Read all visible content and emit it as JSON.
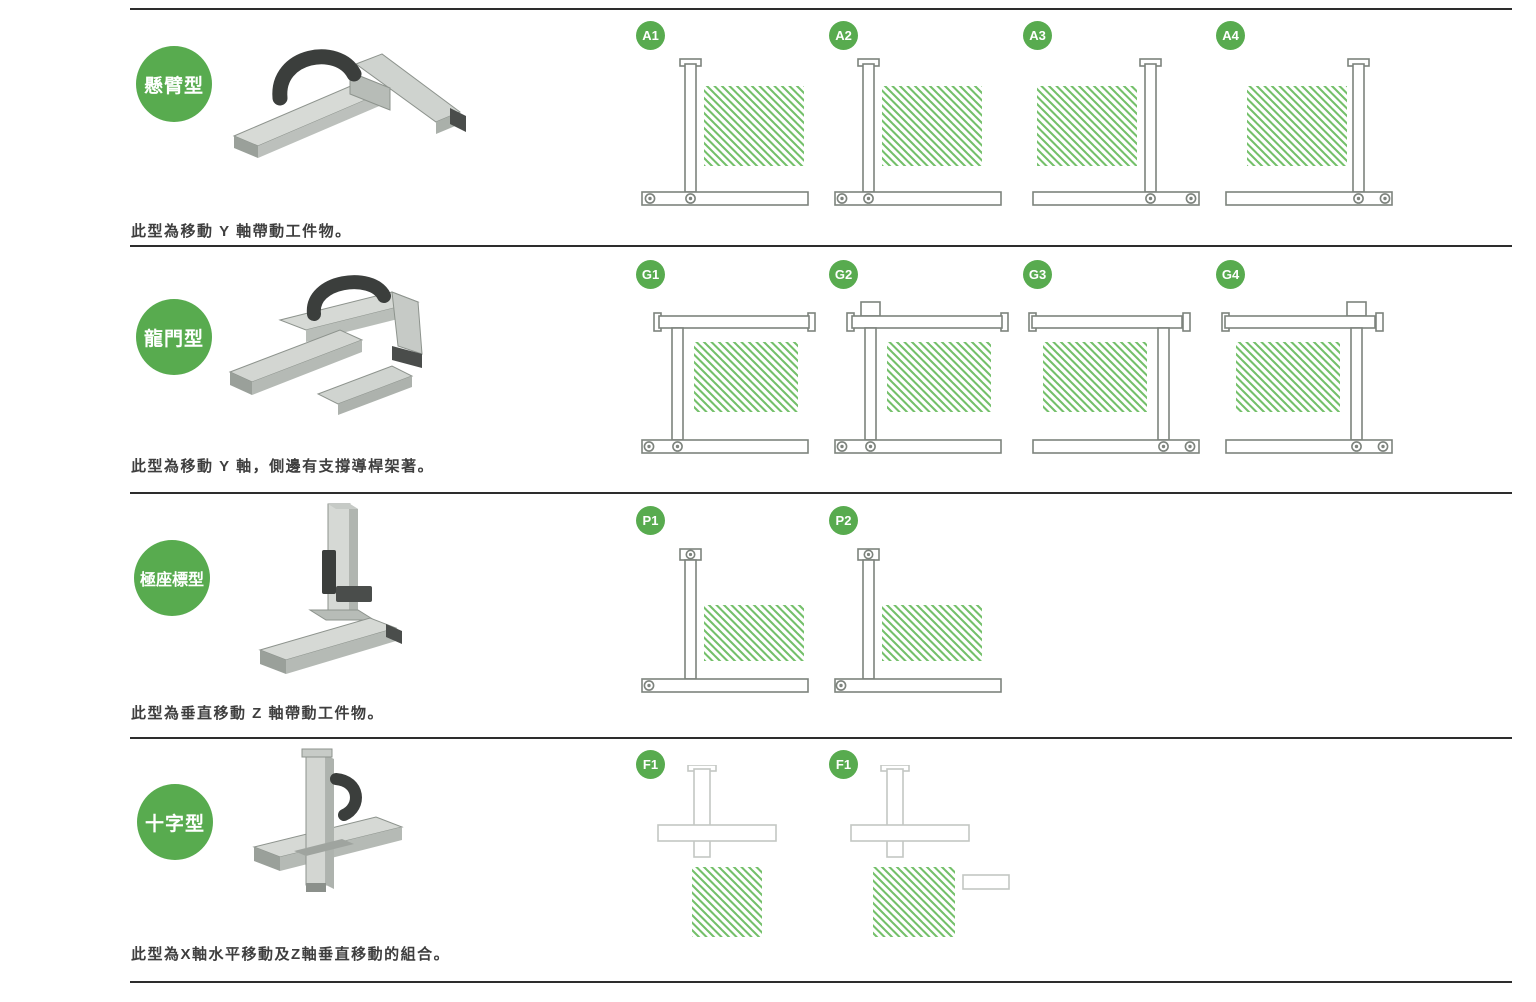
{
  "accent": {
    "badge_green": "#58ab4f",
    "hatch_green": "#74c06a",
    "divider": "#2d2d2d",
    "text": "#3e3e3e"
  },
  "rows": [
    {
      "id": "cantilever",
      "label": "懸臂型",
      "description": "此型為移動 Y 軸帶動工件物。",
      "variants": [
        "A1",
        "A2",
        "A3",
        "A4"
      ]
    },
    {
      "id": "gantry",
      "label": "龍門型",
      "description": "此型為移動 Y 軸，側邊有支撐導桿架著。",
      "variants": [
        "G1",
        "G2",
        "G3",
        "G4"
      ]
    },
    {
      "id": "polar",
      "label": "極座標型",
      "description": "此型為垂直移動 Z 軸帶動工件物。",
      "variants": [
        "P1",
        "P2"
      ]
    },
    {
      "id": "cross",
      "label": "十字型",
      "description": "此型為X軸水平移動及Z軸垂直移動的組合。",
      "variants": [
        "F1",
        "F1"
      ]
    }
  ]
}
